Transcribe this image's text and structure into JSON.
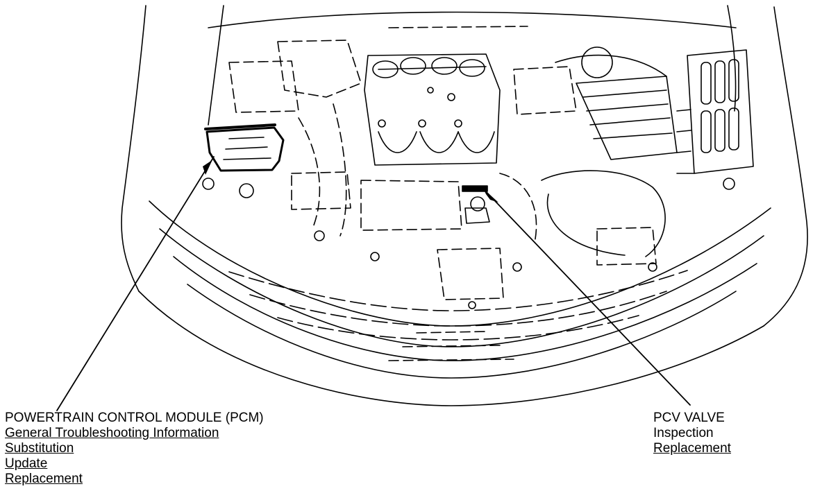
{
  "callouts": {
    "pcm": {
      "title": "POWERTRAIN CONTROL MODULE (PCM)",
      "links": [
        "General Troubleshooting Information",
        "Substitution",
        "Update",
        "Replacement"
      ]
    },
    "pcv": {
      "title": "PCV VALVE",
      "items": [
        "Inspection"
      ],
      "links": [
        "Replacement"
      ]
    }
  },
  "colors": {
    "line": "#000000",
    "background": "#ffffff"
  }
}
